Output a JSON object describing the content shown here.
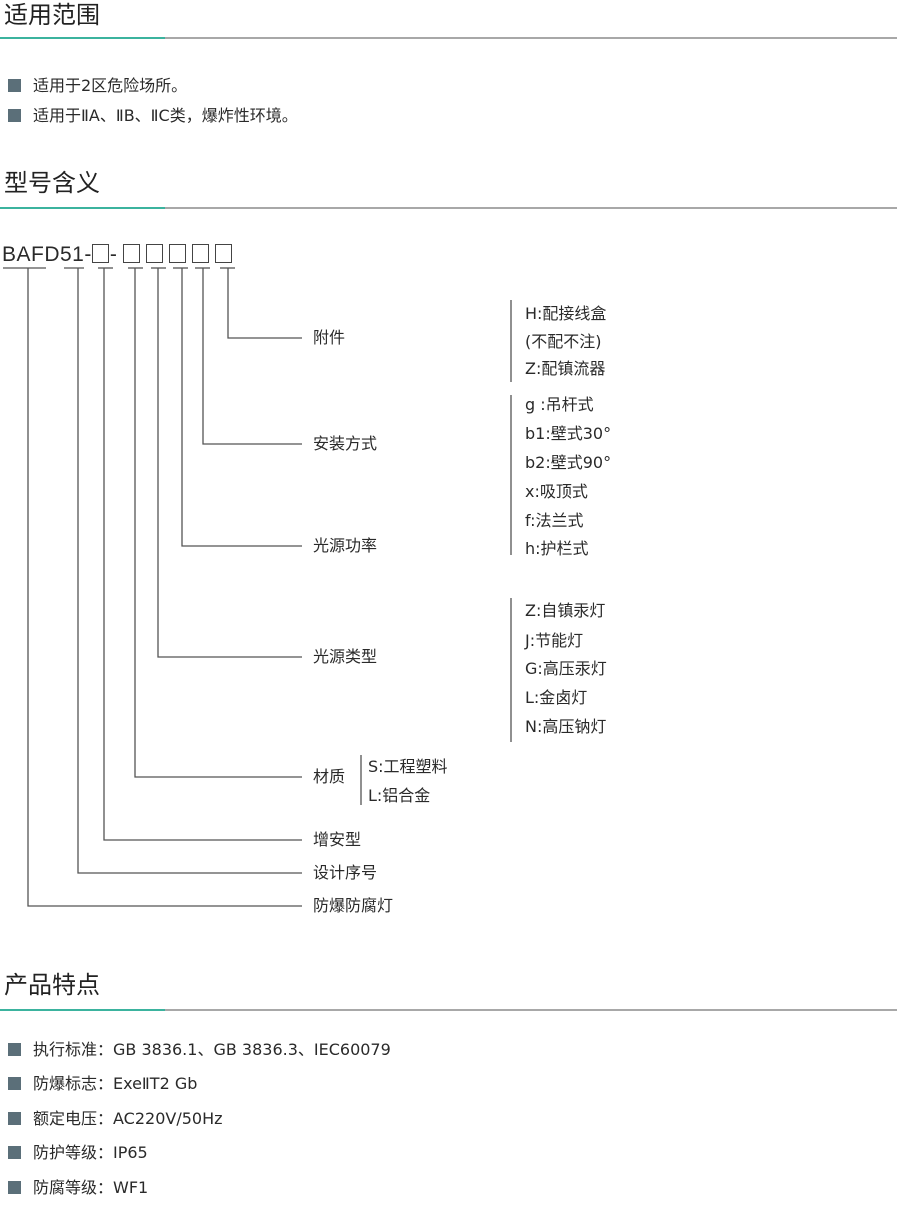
{
  "sections": {
    "scope": {
      "title": "适用范围",
      "items": [
        "适用于2区危险场所。",
        "适用于ⅡA、ⅡB、ⅡC类，爆炸性环境。"
      ]
    },
    "model": {
      "title": "型号含义",
      "code_prefix": "BAFD51-",
      "code_sep": "-",
      "labels": {
        "accessory": "附件",
        "mounting": "安装方式",
        "power": "光源功率",
        "source_type": "光源类型",
        "material": "材质",
        "increased_safety": "增安型",
        "design_no": "设计序号",
        "lamp": "防爆防腐灯"
      },
      "accessory_options": [
        "H:配接线盒",
        "(不配不注)",
        "Z:配镇流器"
      ],
      "mounting_options": [
        "g :吊杆式",
        "b1:壁式30°",
        "b2:壁式90°",
        "x:吸顶式",
        "f:法兰式",
        "h:护栏式"
      ],
      "source_options": [
        "Z:自镇汞灯",
        "J:节能灯",
        "G:高压汞灯",
        "L:金卤灯",
        "N:高压钠灯"
      ],
      "material_options": [
        "S:工程塑料",
        "L:铝合金"
      ]
    },
    "features": {
      "title": "产品特点",
      "items": [
        "执行标准：GB 3836.1、GB 3836.3、IEC60079",
        "防爆标志：ExeⅡT2 Gb",
        "额定电压：AC220V/50Hz",
        "防护等级：IP65",
        "防腐等级：WF1"
      ]
    }
  },
  "colors": {
    "accent": "#3bb39e",
    "bullet": "#5b6f79",
    "rule": "#a8a8a8"
  }
}
